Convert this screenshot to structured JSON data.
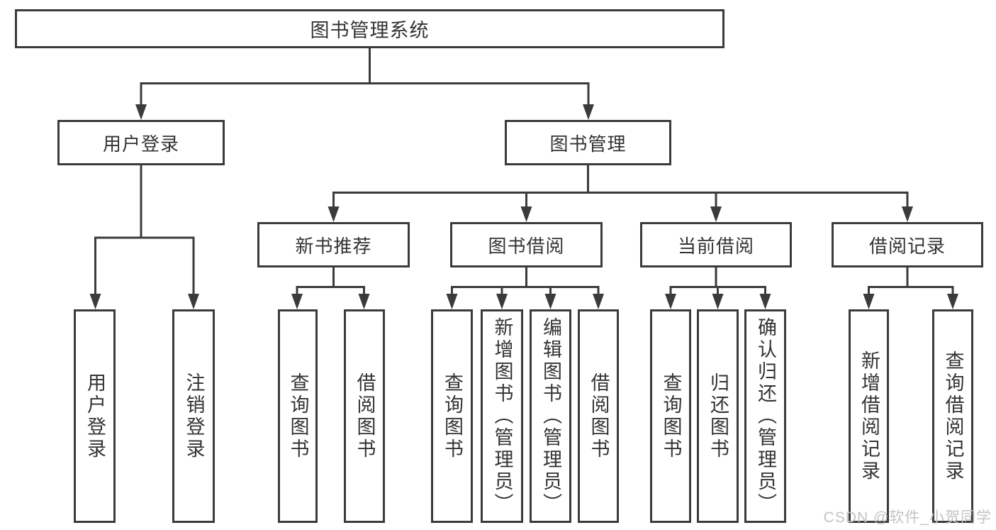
{
  "diagram": {
    "root": "图书管理系统",
    "branches": {
      "user_login": {
        "label": "用户登录",
        "children": [
          "用户登录",
          "注销登录"
        ]
      },
      "book_management": {
        "label": "图书管理",
        "groups": {
          "new_book_recommend": {
            "label": "新书推荐",
            "children": [
              "查询图书",
              "借阅图书"
            ]
          },
          "book_borrow": {
            "label": "图书借阅",
            "children": [
              "查询图书",
              "新增图书（管理员）",
              "编辑图书（管理员）",
              "借阅图书"
            ]
          },
          "current_borrow": {
            "label": "当前借阅",
            "children": [
              "查询图书",
              "归还图书",
              "确认归还（管理员）"
            ]
          },
          "borrow_records": {
            "label": "借阅记录",
            "children": [
              "新增借阅记录",
              "查询借阅记录"
            ]
          }
        }
      }
    },
    "colors": {
      "line": "#3b3b3b",
      "box_border": "#3b3b3b",
      "text": "#333333",
      "watermark_text": "#c3c3c3",
      "background": "#ffffff"
    }
  },
  "watermark": {
    "text": "CSDN @软件_小贺同学"
  }
}
